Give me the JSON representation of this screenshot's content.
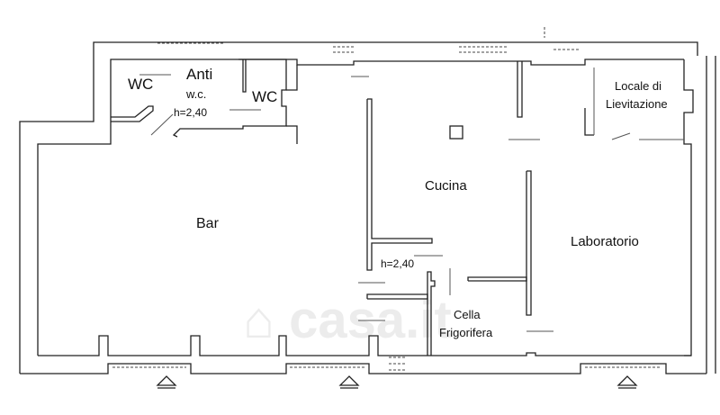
{
  "rooms": {
    "wc1": "WC",
    "anti": "Anti",
    "anti_wc": "w.c.",
    "anti_height": "h=2,40",
    "wc2": "WC",
    "bar": "Bar",
    "cucina": "Cucina",
    "cucina_height": "h=2,40",
    "laboratorio": "Laboratorio",
    "lievitazione_line1": "Locale di",
    "lievitazione_line2": "Lievitazione",
    "cella_line1": "Cella",
    "cella_line2": "Frigorifera"
  },
  "watermark": "casa.it"
}
